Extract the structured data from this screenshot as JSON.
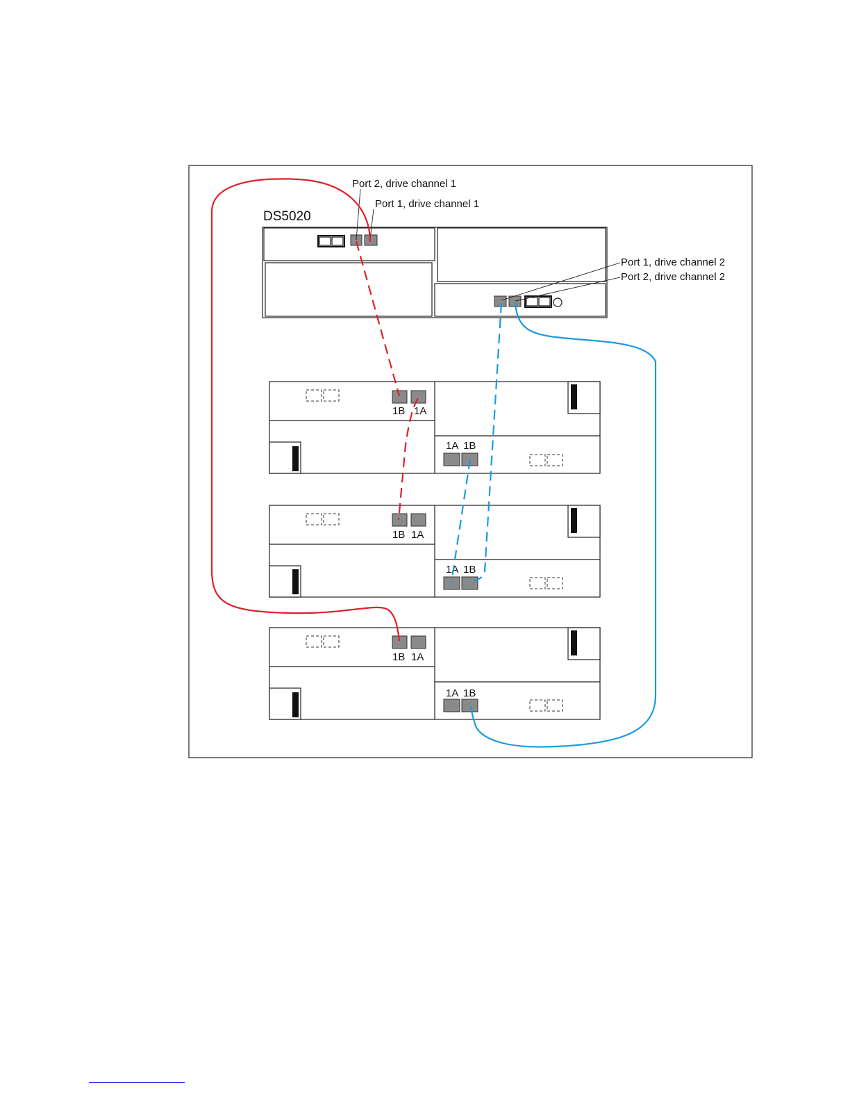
{
  "diagram": {
    "title": "DS5020",
    "callouts": {
      "p2dc1": "Port 2, drive channel 1",
      "p1dc1": "Port 1, drive channel 1",
      "p1dc2": "Port 1, drive channel 2",
      "p2dc2": "Port 2, drive channel 2"
    },
    "port_labels": {
      "a": "1A",
      "b": "1B"
    },
    "colors": {
      "red_cable": "#e0202a",
      "blue_cable": "#1a9ae0"
    }
  }
}
